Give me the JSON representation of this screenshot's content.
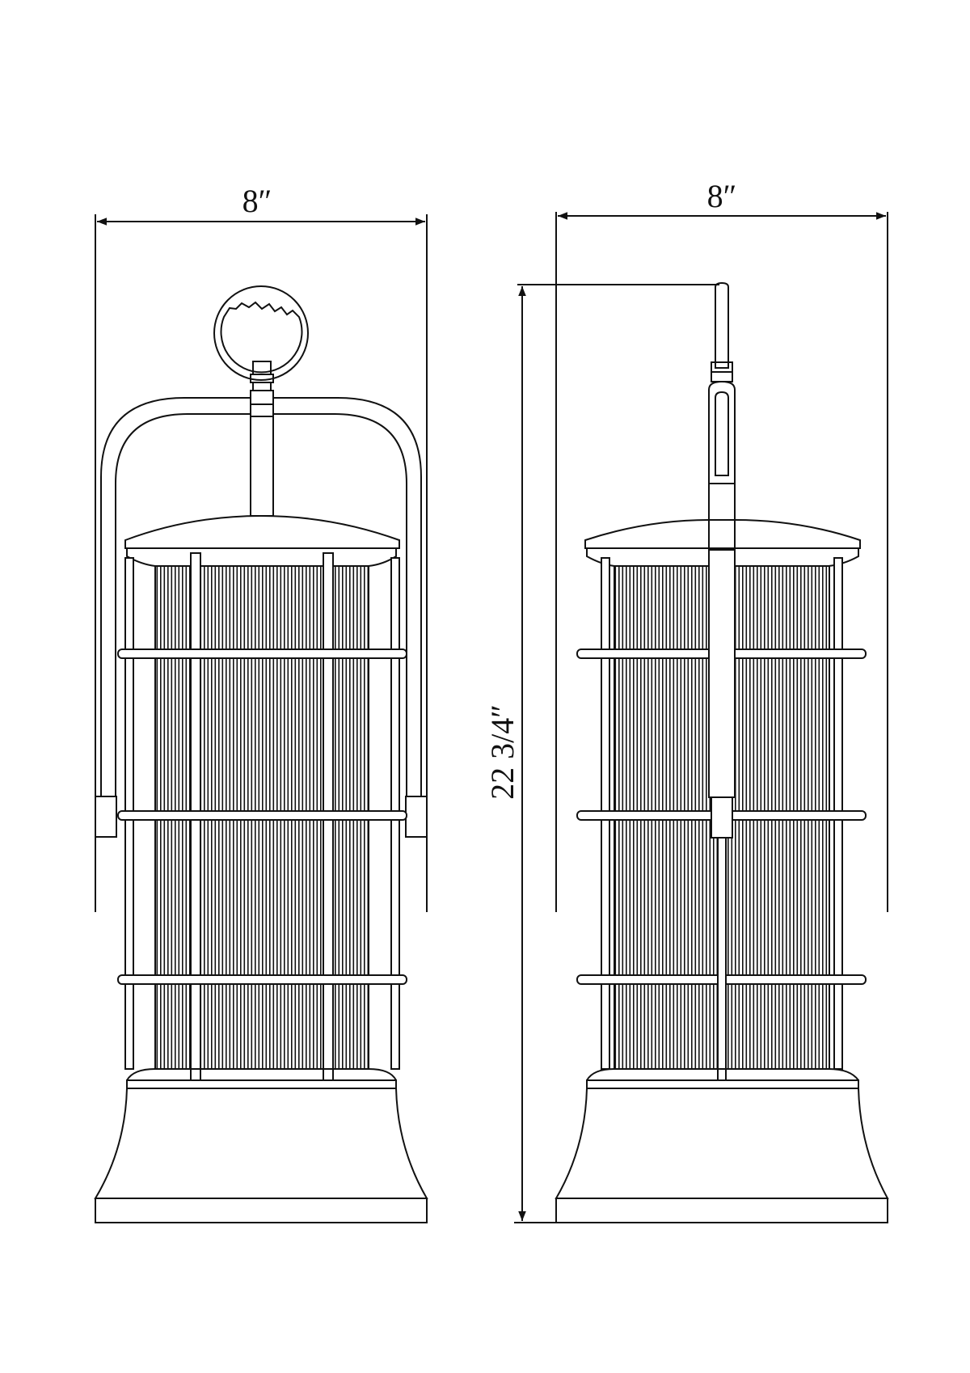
{
  "dimensions": {
    "front_width": "8″",
    "side_width": "8″",
    "overall_height": "22  3/4″"
  },
  "views": [
    "front-view",
    "side-view"
  ],
  "colors": {
    "line": "#111111",
    "background": "#ffffff"
  }
}
